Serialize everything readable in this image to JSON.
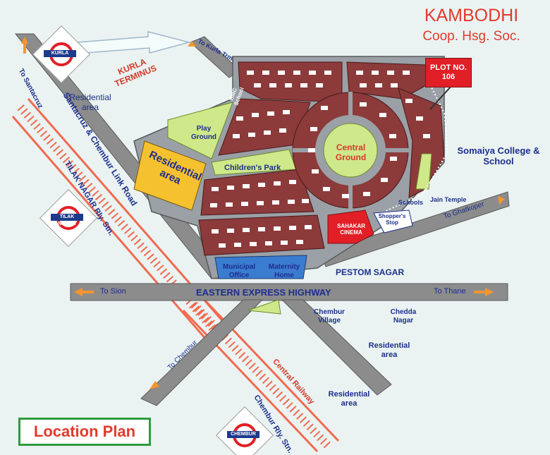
{
  "title": {
    "line1": "KAMBODHI",
    "line2": "Coop. Hsg. Soc."
  },
  "plot": {
    "line1": "PLOT NO.",
    "line2": "106"
  },
  "legend_title": "Location Plan",
  "stations": {
    "kurla": "KURLA",
    "tilak_nagar": "TILAK NAGAR",
    "chembur": "CHEMBUR"
  },
  "roads": {
    "to_santacruz": "To Santacruz",
    "link_road": "Santacruz & Chembur Link Road",
    "tilak_nagar_stn": "TILAK NAGAR Rly. Stn.",
    "to_kurla_trm": "To Kurla Trm.",
    "kurla_terminus": "KURLA TERMINUS",
    "eastern_express_highway": "EASTERN EXPRESS HIGHWAY",
    "to_sion": "To Sion",
    "to_thane": "To Thane",
    "to_ghatkoper": "To Ghatkoper",
    "to_chembur": "To Chembur",
    "central_railway": "Central Railway",
    "chembur_stn": "Chembur Rly. Stn."
  },
  "places": {
    "residential_nw": "Residential area",
    "residential_box": "Residential area",
    "play_ground": "Play Ground",
    "bmc_school": "BMC School",
    "childrens_park": "Children's Park",
    "central_ground": "Central Ground",
    "somaiya": "Somaiya College & School",
    "jain_temple": "Jain Temple",
    "schools": "Schools",
    "shoppers_stop": "Shopper's Stop",
    "sahakar_cinema": "SAHAKAR CINEMA",
    "municipal_office": "Municipal Office",
    "maternity_home": "Maternity Home",
    "pestom_sagar": "PESTOM SAGAR",
    "chembur_village": "Chembur Village",
    "chedda_nagar": "Chedda Nagar",
    "residential_se1": "Residential area",
    "residential_se2": "Residential area"
  },
  "colors": {
    "road": "#8c8c8c",
    "road_edge": "#5a5a5a",
    "block": "#8c3a3a",
    "park": "#cfe88a",
    "residential_box": "#f5c12e",
    "rail": "#f26a4f",
    "office": "#3a7cd0",
    "cinema": "#e21f26",
    "text": "#1d2f8c",
    "title": "#e23a2c"
  }
}
